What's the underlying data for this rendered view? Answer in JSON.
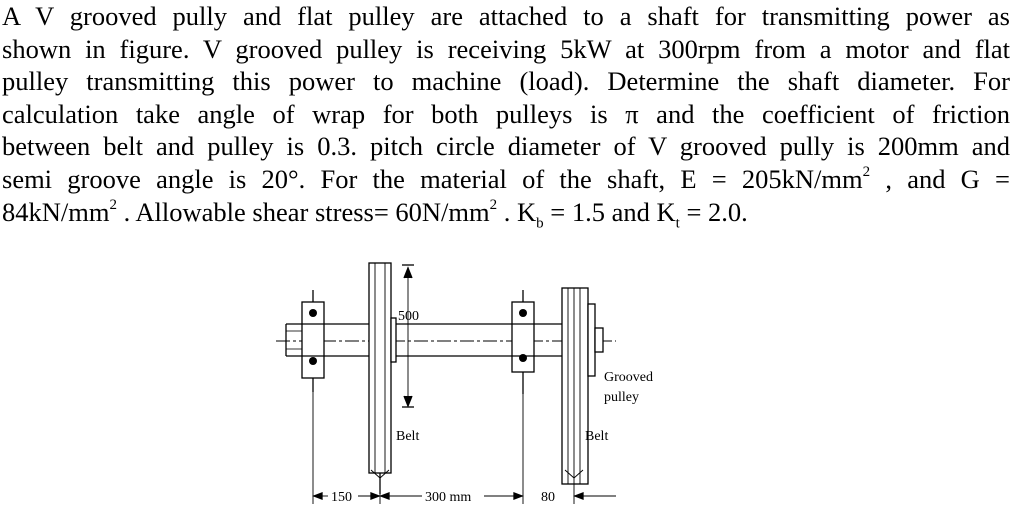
{
  "problem": {
    "line1": "A V grooved pully and flat pulley are attached to a shaft for transmitting power as",
    "line2": "shown in figure. V grooved pulley is receiving 5kW at 300rpm from a motor and flat",
    "line3": "pulley transmitting this power to machine (load). Determine the shaft diameter. For",
    "line4": "calculation take angle of wrap for both pulleys is π and the coefficient of friction",
    "line5": "between belt and pulley is 0.3. pitch circle diameter of V grooved pully is 200mm and",
    "line6_text": "semi groove angle is 20°. For the material of the shaft, E = 205kN/mm",
    "line6_sup": "2",
    "line6_tail": " , and G =",
    "line7_a": "84kN/mm",
    "line7_sup1": "2",
    "line7_b": " . Allowable shear stress= 60N/mm",
    "line7_sup2": "2",
    "line7_c": " . K",
    "line7_sub1": "b",
    "line7_d": " = 1.5 and K",
    "line7_sub2": "t",
    "line7_e": " = 2.0."
  },
  "figure": {
    "dim_500": "500",
    "label_grooved_1": "Grooved",
    "label_grooved_2": "pulley",
    "label_belt_left": "Belt",
    "label_belt_right": "Belt",
    "dim_150": "150",
    "dim_300": "300 mm",
    "dim_80": "80"
  }
}
